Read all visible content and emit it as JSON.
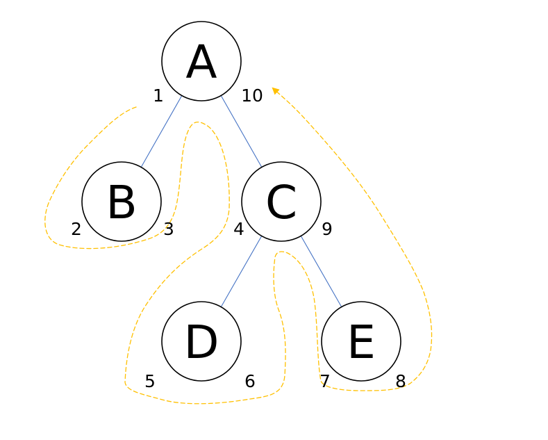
{
  "colors": {
    "background": "#ffffff",
    "node_stroke": "#000000",
    "edge": "#4472c4",
    "traversal_path": "#ffc000",
    "text": "#000000"
  },
  "nodes": [
    {
      "id": "A",
      "label": "A",
      "enter": "1",
      "exit": "10"
    },
    {
      "id": "B",
      "label": "B",
      "enter": "2",
      "exit": "3"
    },
    {
      "id": "C",
      "label": "C",
      "enter": "4",
      "exit": "9"
    },
    {
      "id": "D",
      "label": "D",
      "enter": "5",
      "exit": "6"
    },
    {
      "id": "E",
      "label": "E",
      "enter": "7",
      "exit": "8"
    }
  ],
  "edges": [
    {
      "from": "A",
      "to": "B"
    },
    {
      "from": "A",
      "to": "C"
    },
    {
      "from": "C",
      "to": "D"
    },
    {
      "from": "C",
      "to": "E"
    }
  ],
  "traversal_path": {
    "style": "dashed",
    "arrow": "end",
    "ends_at": "A"
  }
}
